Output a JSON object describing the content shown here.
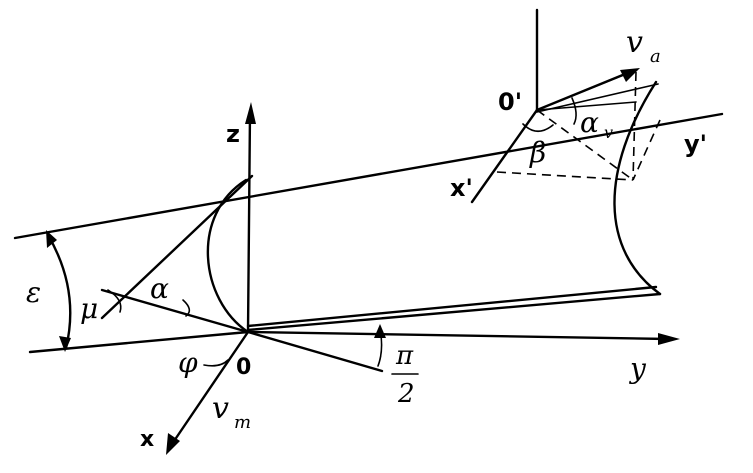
{
  "labels": {
    "z": "z",
    "y": "y",
    "x": "x",
    "o": "0",
    "o_prime": "0'",
    "y_prime": "y'",
    "x_prime": "x'",
    "v_a": "v",
    "v_a_sub": "a",
    "v_m": "v",
    "v_m_sub": "m",
    "alpha": "α",
    "alpha_v": "α",
    "alpha_v_sub": "v",
    "beta": "β",
    "mu": "μ",
    "epsilon": "ε",
    "phi": "φ",
    "pi": "π",
    "two": "2"
  }
}
